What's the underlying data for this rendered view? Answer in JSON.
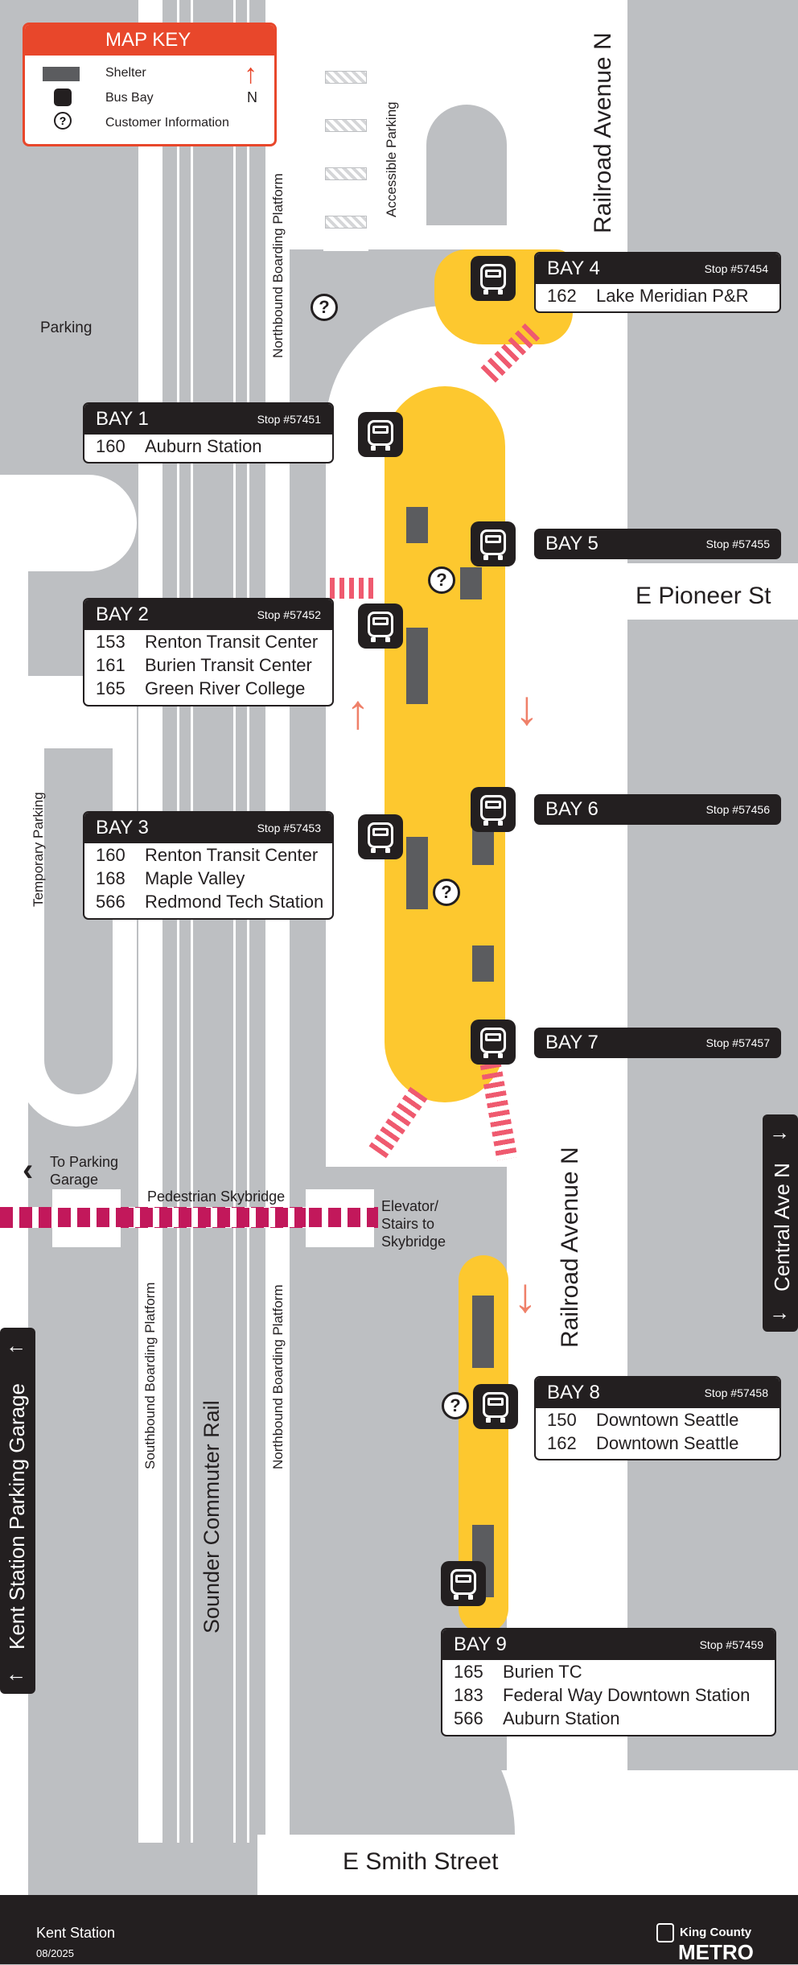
{
  "map_key": {
    "title": "MAP KEY",
    "items": [
      "Shelter",
      "Bus Bay",
      "Customer Information"
    ],
    "north": "N"
  },
  "streets": {
    "railroad_top": "Railroad Avenue N",
    "railroad_mid": "Railroad Avenue N",
    "pioneer": "E Pioneer St",
    "smith": "E Smith Street",
    "central": "Central Ave N"
  },
  "labels": {
    "parking": "Parking",
    "accessible_parking": "Accessible Parking",
    "temporary_parking": "Temporary Parking",
    "northbound_platform_top": "Northbound Boarding Platform",
    "northbound_platform_bottom": "Northbound Boarding Platform",
    "southbound_platform": "Southbound Boarding Platform",
    "sounder": "Sounder Commuter Rail",
    "to_parking_garage": "To Parking Garage",
    "skybridge": "Pedestrian Skybridge",
    "elevator": "Elevator/ Stairs to Skybridge",
    "kent_garage": "Kent Station Parking Garage"
  },
  "bays": [
    {
      "name": "BAY 1",
      "stop": "Stop #57451",
      "routes": [
        {
          "num": "160",
          "dest": "Auburn Station"
        }
      ]
    },
    {
      "name": "BAY 2",
      "stop": "Stop #57452",
      "routes": [
        {
          "num": "153",
          "dest": "Renton Transit Center"
        },
        {
          "num": "161",
          "dest": "Burien Transit Center"
        },
        {
          "num": "165",
          "dest": "Green River College"
        }
      ]
    },
    {
      "name": "BAY 3",
      "stop": "Stop #57453",
      "routes": [
        {
          "num": "160",
          "dest": "Renton Transit Center"
        },
        {
          "num": "168",
          "dest": "Maple Valley"
        },
        {
          "num": "566",
          "dest": "Redmond Tech Station"
        }
      ]
    },
    {
      "name": "BAY 4",
      "stop": "Stop #57454",
      "routes": [
        {
          "num": "162",
          "dest": "Lake Meridian P&R"
        }
      ]
    },
    {
      "name": "BAY 5",
      "stop": "Stop #57455",
      "routes": []
    },
    {
      "name": "BAY 6",
      "stop": "Stop #57456",
      "routes": []
    },
    {
      "name": "BAY 7",
      "stop": "Stop #57457",
      "routes": []
    },
    {
      "name": "BAY 8",
      "stop": "Stop #57458",
      "routes": [
        {
          "num": "150",
          "dest": "Downtown Seattle"
        },
        {
          "num": "162",
          "dest": "Downtown Seattle"
        }
      ]
    },
    {
      "name": "BAY 9",
      "stop": "Stop #57459",
      "routes": [
        {
          "num": "165",
          "dest": "Burien TC"
        },
        {
          "num": "183",
          "dest": "Federal Way Downtown Station"
        },
        {
          "num": "566",
          "dest": "Auburn Station"
        }
      ]
    }
  ],
  "footer": {
    "station": "Kent Station",
    "date": "08/2025",
    "brand_top": "King County",
    "brand_bottom": "METRO"
  },
  "colors": {
    "island": "#fdc82f",
    "accent_red": "#e8472b",
    "skybridge": "#c2185b",
    "crosswalk": "#ef5a6f",
    "ink": "#231f20"
  }
}
